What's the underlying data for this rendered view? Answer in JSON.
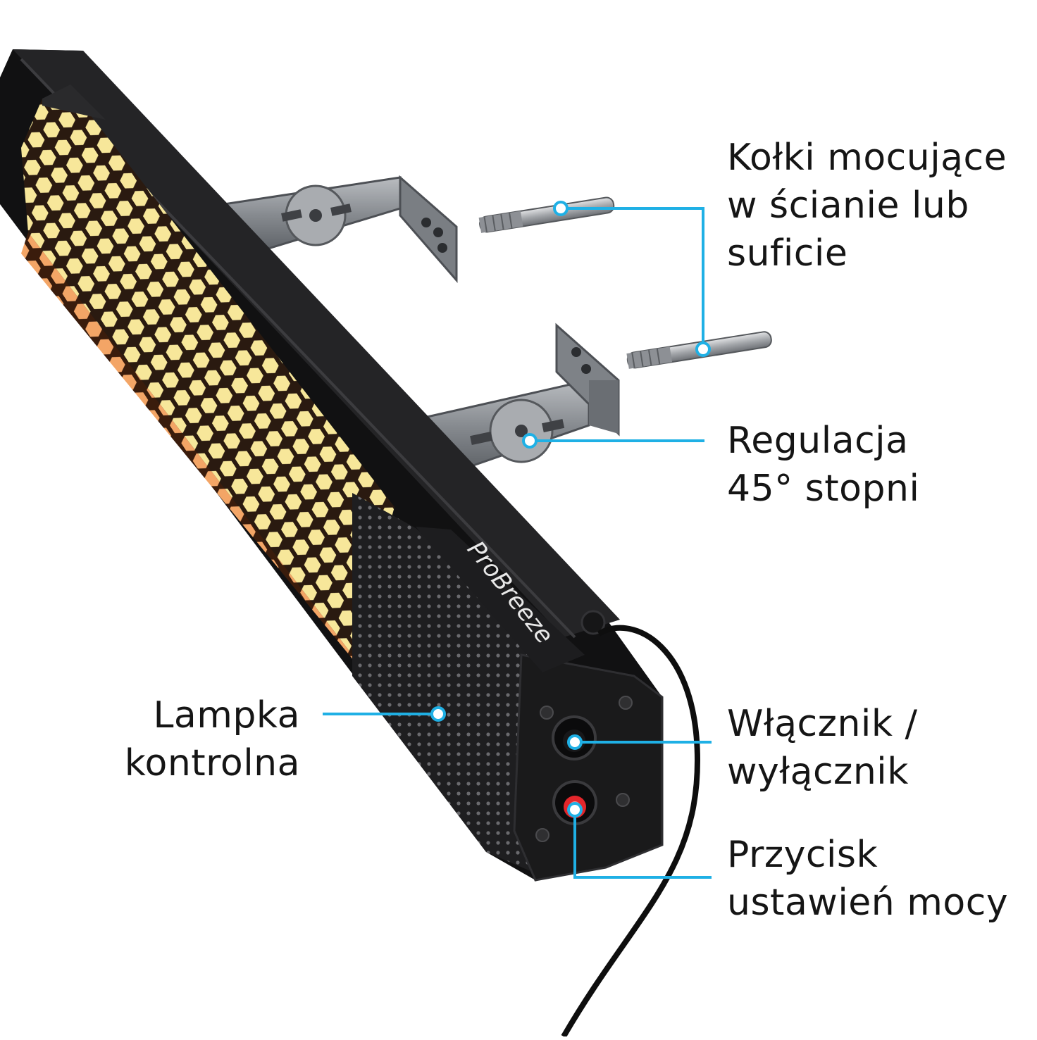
{
  "brand": {
    "logo_text": "ProBreeze"
  },
  "colors": {
    "callout": "#1fb0e5",
    "heater_body": "#1b1b1c",
    "grille_glow": "#f7e79a",
    "grille_warm": "#f0a060",
    "bracket_metal": "#8e9297",
    "power_button_ring": "#e3262b",
    "cable": "#0e0e0e",
    "text": "#151515"
  },
  "callouts": {
    "mounting_bolts": {
      "lines": [
        "Kołki mocujące",
        "w ścianie lub",
        "suficie"
      ],
      "icon": "wall-anchor-bolt"
    },
    "tilt_adjust": {
      "lines": [
        "Regulacja",
        "45° stopni"
      ],
      "icon": "bracket-hinge"
    },
    "on_off_switch": {
      "lines": [
        "Włącznik /",
        "wyłącznik"
      ],
      "icon": "rocker-switch"
    },
    "power_setting_button": {
      "lines": [
        "Przycisk",
        "ustawień mocy"
      ],
      "icon": "red-push-button"
    },
    "indicator_lamp": {
      "lines": [
        "Lampka",
        "kontrolna"
      ],
      "icon": "indicator-light"
    }
  }
}
